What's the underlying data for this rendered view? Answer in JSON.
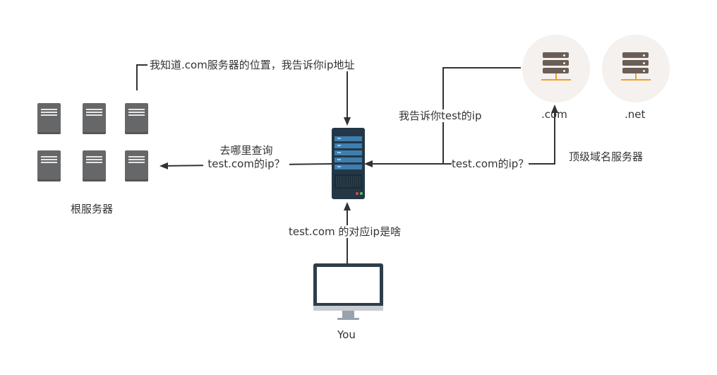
{
  "labels": {
    "root_know": "我知道.com服务器的位置，我告诉你ip地址",
    "tld_tell": "我告诉你test的ip",
    "where_line1": "去哪里查询",
    "where_line2": "test.com的ip？",
    "ask_tld": "test.com的ip？",
    "you_ask": "test.com 的对应ip是啥",
    "root_caption": "根服务器",
    "tld_caption": "顶级域名服务器",
    "com": ".com",
    "net": ".net",
    "you": "You"
  },
  "colors": {
    "line": "#333333",
    "server_gray": "#666769",
    "dns_server_dark": "#233746",
    "dns_server_blue": "#3e7fb0",
    "circle_bg": "#f4f1ef",
    "rack_brown": "#6b5e57",
    "rack_orange": "#f0a020",
    "monitor_dark": "#2f3d4a"
  },
  "icons": {
    "root_servers": "server-tower-icon",
    "local_dns": "server-rack-icon",
    "tld": "database-server-icon",
    "you": "monitor-icon"
  }
}
